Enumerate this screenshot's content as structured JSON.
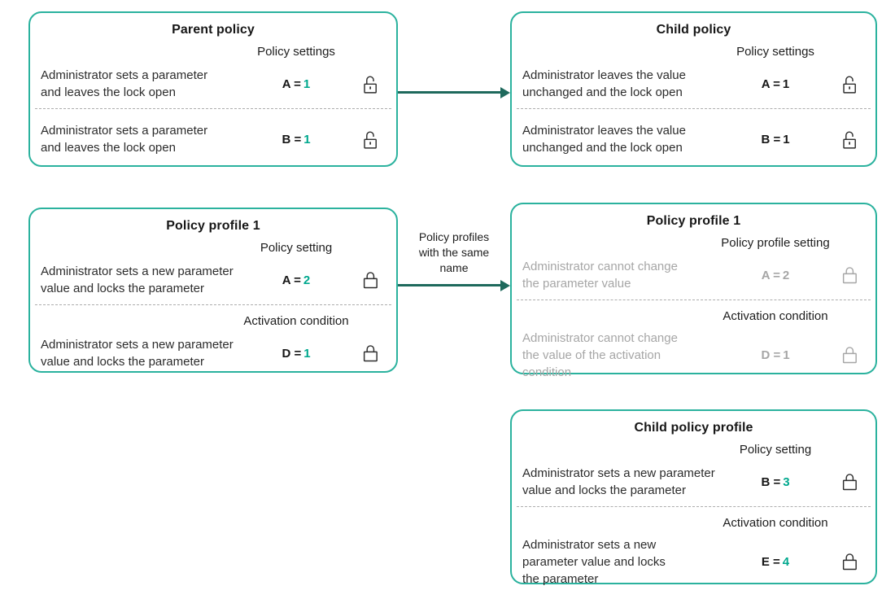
{
  "colors": {
    "card_border": "#2BB29E",
    "accent_value": "#00A88E",
    "arrow": "#1E695C",
    "muted_text": "#A6A6A6",
    "text": "#2C2C2C"
  },
  "cards": {
    "parent_policy": {
      "title": "Parent policy",
      "sections": [
        {
          "header": "Policy settings",
          "description": "Administrator sets a parameter and leaves the lock open",
          "param": "A =",
          "value": "1",
          "lock": "open"
        },
        {
          "description": "Administrator sets a parameter and leaves the lock open",
          "param": "B =",
          "value": "1",
          "lock": "open"
        }
      ]
    },
    "child_policy": {
      "title": "Child policy",
      "sections": [
        {
          "header": "Policy settings",
          "description": "Administrator leaves the value unchanged and the lock open",
          "param": "A =",
          "value": "1",
          "lock": "open"
        },
        {
          "description": "Administrator leaves the value unchanged and the lock open",
          "param": "B =",
          "value": "1",
          "lock": "open"
        }
      ]
    },
    "policy_profile_1": {
      "title": "Policy profile 1",
      "sections": [
        {
          "header": "Policy setting",
          "description": "Administrator sets a new parameter value and locks the parameter",
          "param": "A =",
          "value": "2",
          "lock": "closed"
        },
        {
          "header": "Activation condition",
          "description": "Administrator sets a new parameter value and locks the parameter",
          "param": "D =",
          "value": "1",
          "lock": "closed"
        }
      ]
    },
    "policy_profile_1_child": {
      "title": "Policy profile 1",
      "sections": [
        {
          "header": "Policy profile setting",
          "description": "Administrator cannot change the parameter value",
          "param": "A =",
          "value": "2",
          "lock": "closed",
          "muted": true
        },
        {
          "header": "Activation condition",
          "description": "Administrator cannot change the value of the activation condition",
          "param": "D =",
          "value": "1",
          "lock": "closed",
          "muted": true
        }
      ]
    },
    "child_policy_profile": {
      "title": "Child policy profile",
      "sections": [
        {
          "header": "Policy setting",
          "description": "Administrator sets a new parameter value and locks the parameter",
          "param": "B =",
          "value": "3",
          "lock": "closed"
        },
        {
          "header": "Activation condition",
          "description": "Administrator sets a new parameter value and locks the parameter",
          "param": "E =",
          "value": "4",
          "lock": "closed"
        }
      ]
    }
  },
  "arrows": {
    "parent_to_child": {
      "label": ""
    },
    "profile_to_profile": {
      "label": "Policy profiles with the same name"
    }
  }
}
